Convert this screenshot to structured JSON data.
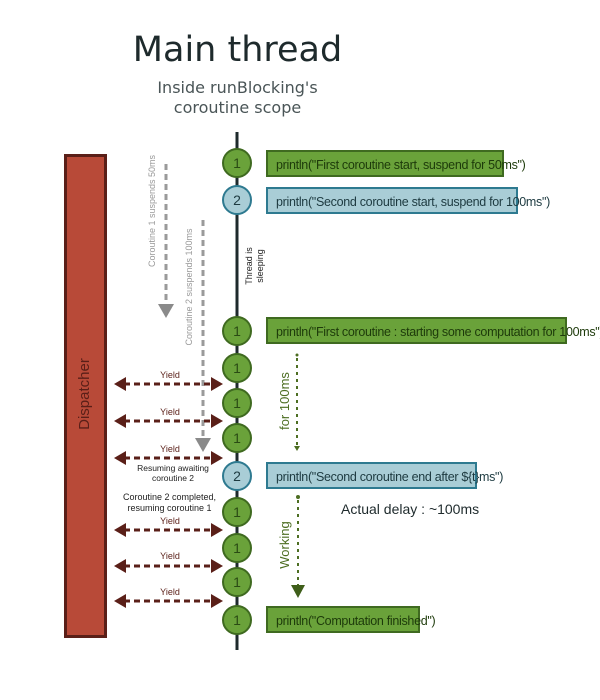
{
  "header": {
    "title": "Main thread",
    "subtitle_line1": "Inside runBlocking's",
    "subtitle_line2": "coroutine scope"
  },
  "dispatcher": {
    "label": "Dispatcher"
  },
  "thread": {
    "sleeping_line1": "Thread is",
    "sleeping_line2": "sleeping"
  },
  "suspend_notes": {
    "coroutine1": "Coroutine 1 suspends 50ms",
    "coroutine2": "Coroutine 2 suspends 100ms"
  },
  "timeline": [
    {
      "id": "1",
      "kind": "coroutine1"
    },
    {
      "id": "2",
      "kind": "coroutine2"
    },
    {
      "id": "1",
      "kind": "coroutine1"
    },
    {
      "id": "1",
      "kind": "coroutine1"
    },
    {
      "id": "1",
      "kind": "coroutine1"
    },
    {
      "id": "1",
      "kind": "coroutine1"
    },
    {
      "id": "2",
      "kind": "coroutine2"
    },
    {
      "id": "1",
      "kind": "coroutine1"
    },
    {
      "id": "1",
      "kind": "coroutine1"
    },
    {
      "id": "1",
      "kind": "coroutine1"
    },
    {
      "id": "1",
      "kind": "coroutine1"
    }
  ],
  "code": {
    "first_start": "println(\"First coroutine start, suspend for 50ms\")",
    "second_start": "println(\"Second coroutine start, suspend for 100ms\")",
    "first_compute": "println(\"First coroutine : starting some computation for 100ms\")",
    "second_end": "println(\"Second coroutine end after ${t}ms\")",
    "computation_finished": "println(\"Computation finished\")"
  },
  "yield_label": "Yield",
  "yields": [
    "Yield",
    "Yield",
    "Yield",
    "Yield",
    "Yield",
    "Yield"
  ],
  "resume_notes": {
    "resuming_awaiting_line1": "Resuming awaiting",
    "resuming_awaiting_line2": "coroutine 2",
    "completed_line1": "Coroutine 2 completed,",
    "completed_line2": "resuming coroutine 1"
  },
  "work_labels": {
    "for_100ms": "for 100ms",
    "working": "Working"
  },
  "actual_delay": "Actual delay : ~100ms",
  "colors": {
    "green_fill": "#6aa23a",
    "green_border": "#3f6a20",
    "blue_fill": "#a9cdd6",
    "blue_border": "#2e7a90",
    "dispatcher_fill": "#b84a38",
    "dispatcher_border": "#5a1f18",
    "yield_arrow": "#5a1f18",
    "gray_arrow": "#9a9a9a",
    "timeline_line": "#1e2a2c",
    "work_arrow": "#4d6e22"
  }
}
